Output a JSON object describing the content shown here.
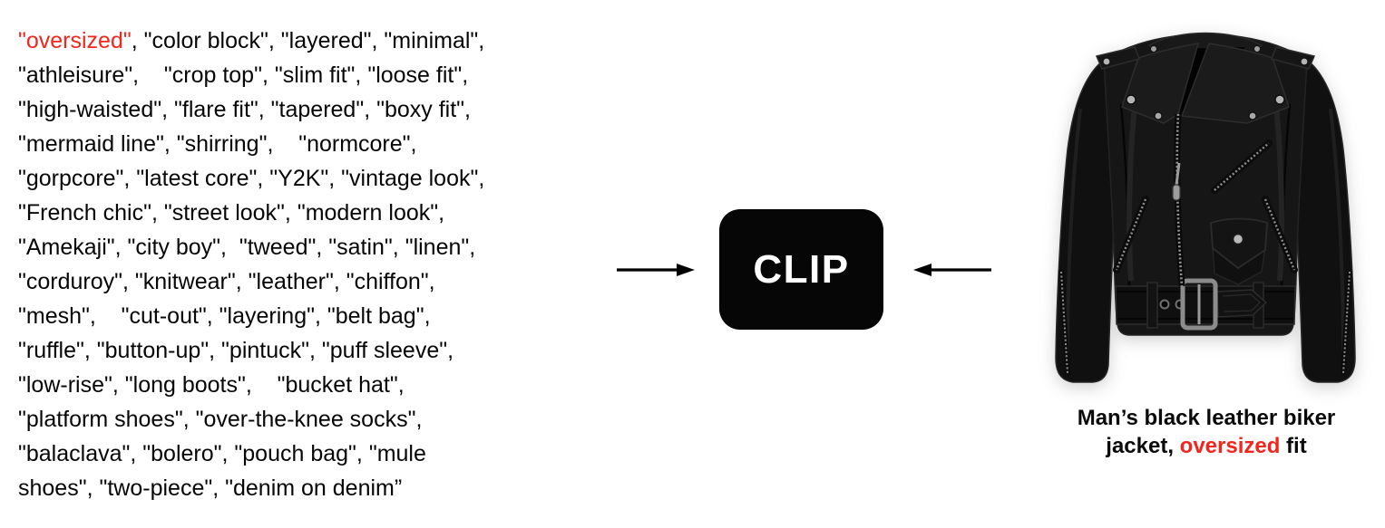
{
  "colors": {
    "highlight_red": "#F2261C",
    "prompt_text": "#060606",
    "clip_box_bg": "#060606",
    "clip_box_text": "#ffffff",
    "arrow": "#000000",
    "background": "#ffffff"
  },
  "text_prompts": {
    "lines": [
      {
        "red": "\"oversized\"",
        "rest": ", \"color block\", \"layered\", \"minimal\","
      },
      "\"athleisure\",    \"crop top\", \"slim fit\", \"loose fit\",",
      "\"high-waisted\", \"flare fit\", \"tapered\", \"boxy fit\",",
      "\"mermaid line\", \"shirring\",    \"normcore\",",
      "\"gorpcore\", \"latest core\", \"Y2K\", \"vintage look\",",
      "\"French chic\", \"street look\", \"modern look\",",
      "\"Amekaji\", \"city boy\",  \"tweed\", \"satin\", \"linen\",",
      "\"corduroy\", \"knitwear\", \"leather\", \"chiffon\",",
      "\"mesh\",    \"cut-out\", \"layering\", \"belt bag\",",
      "\"ruffle\", \"button-up\", \"pintuck\", \"puff sleeve\",",
      "\"low-rise\", \"long boots\",    \"bucket hat\",",
      "\"platform shoes\", \"over-the-knee socks\",",
      "\"balaclava\", \"bolero\", \"pouch bag\", \"mule",
      "shoes\", \"two-piece\", \"denim on denim”"
    ]
  },
  "clip_model": {
    "label": "CLIP"
  },
  "image_caption": {
    "line1": "Man’s black leather biker",
    "line2_pre": "jacket, ",
    "line2_red": "oversized",
    "line2_post": " fit"
  },
  "jacket_image": {
    "name": "black-leather-biker-jacket"
  }
}
